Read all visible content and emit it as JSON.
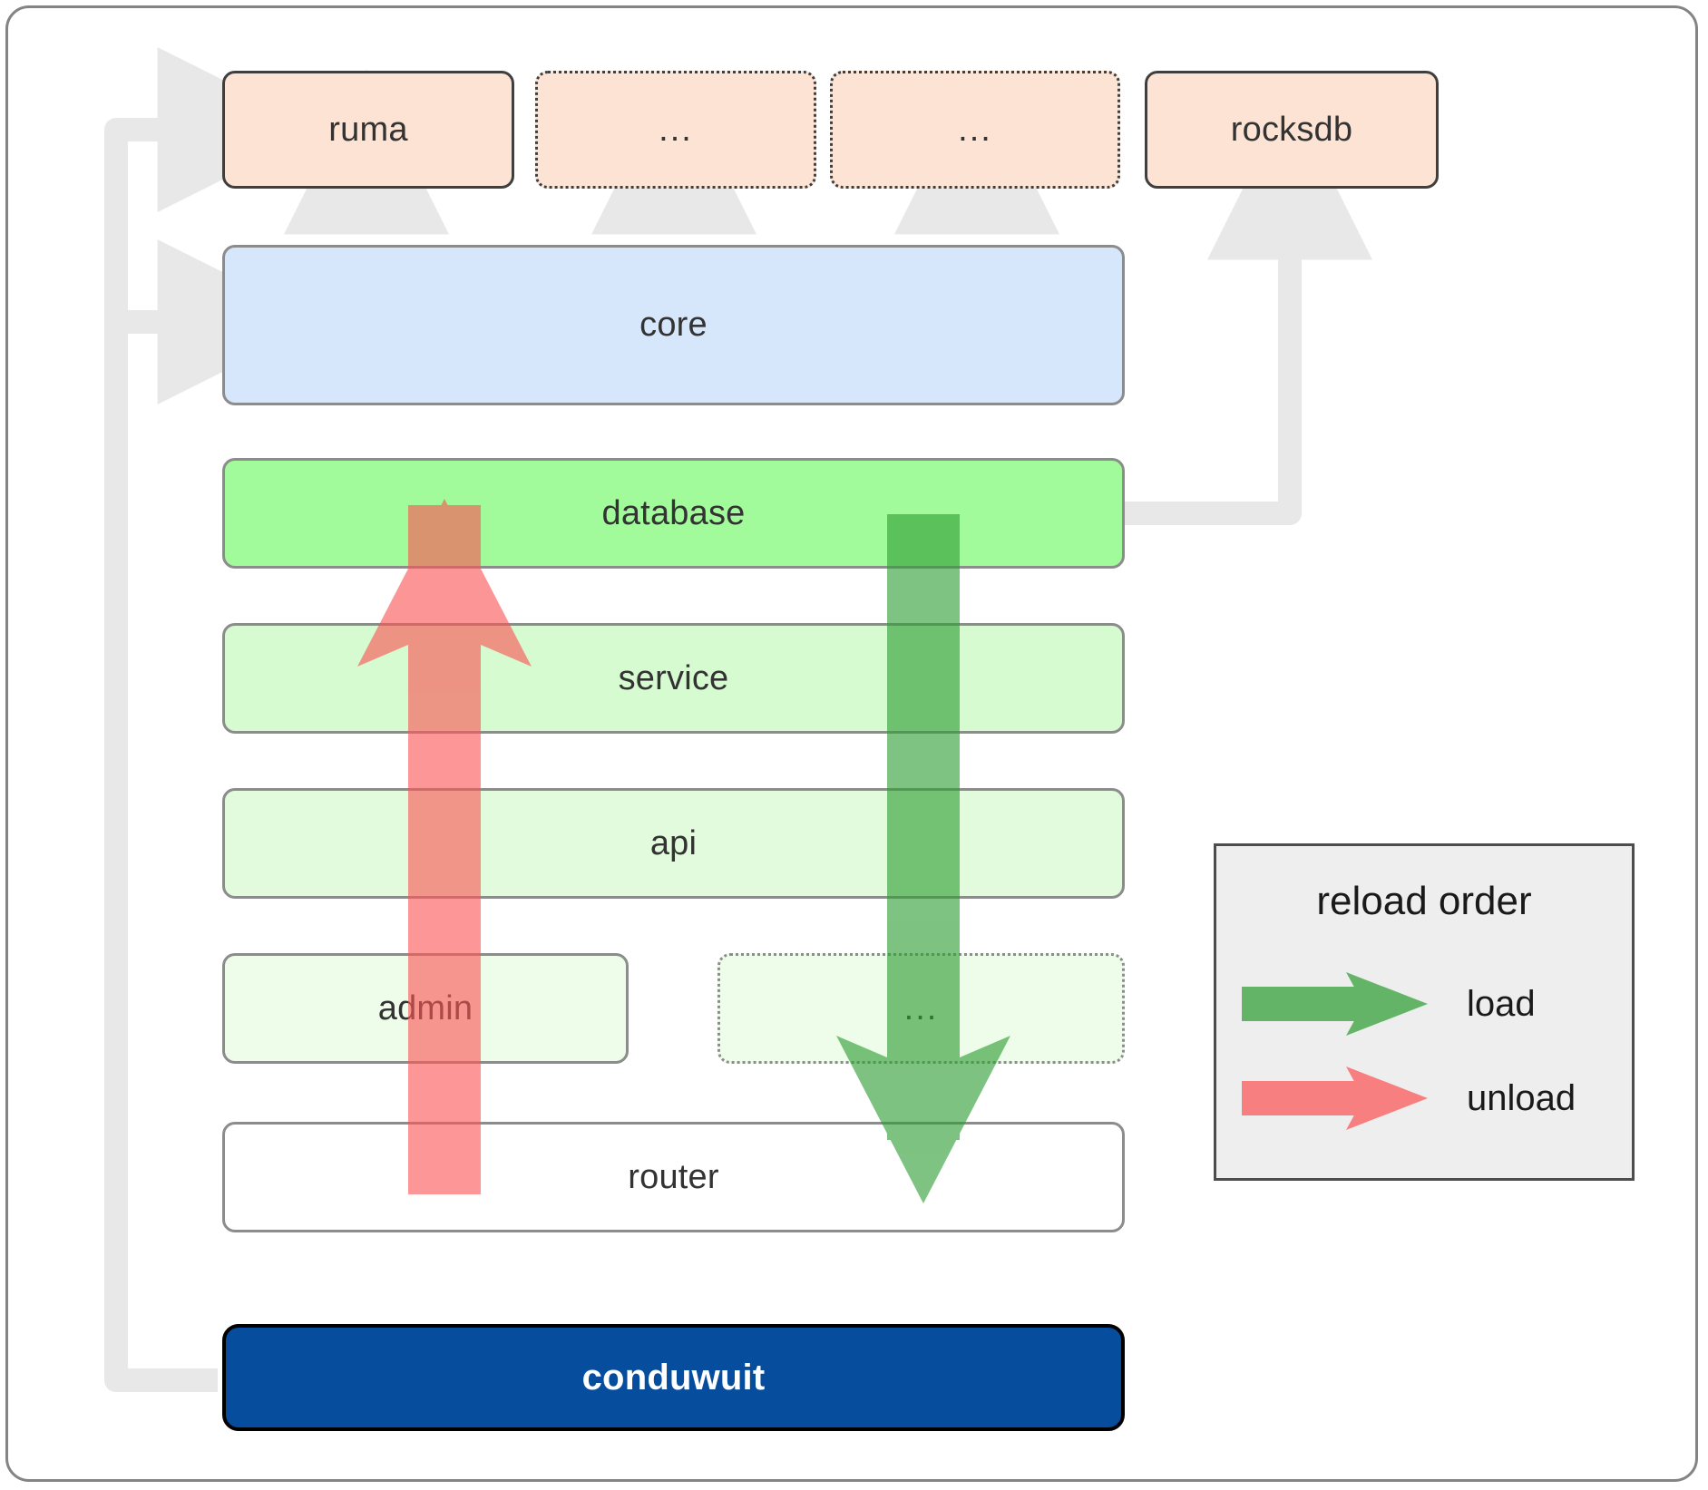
{
  "diagram": {
    "title": "conduwuit crate layering / reload order",
    "colors": {
      "peach": "#fce3d3",
      "blue": "#d6e7fb",
      "green_strong": "#a2fb9b",
      "green_mid": "#d6fbd0",
      "green_light": "#e2fbdd",
      "green_faint": "#edfde9",
      "navy": "#064d9e",
      "connector_gray": "#e8e8e8",
      "load_green": "#4caf50",
      "unload_red": "#f98080",
      "frame_border": "#848484",
      "legend_bg": "#eeeeee"
    },
    "external_row": [
      {
        "label": "ruma",
        "style": "solid-dark",
        "fill": "peach"
      },
      {
        "label": "...",
        "style": "dotted-dark",
        "fill": "peach"
      },
      {
        "label": "...",
        "style": "dotted-dark",
        "fill": "peach"
      },
      {
        "label": "rocksdb",
        "style": "solid-dark",
        "fill": "peach"
      }
    ],
    "stack": [
      {
        "label": "core",
        "style": "solid-gray",
        "fill": "blue"
      },
      {
        "label": "database",
        "style": "solid-gray",
        "fill": "green-strong"
      },
      {
        "label": "service",
        "style": "solid-gray",
        "fill": "green-mid"
      },
      {
        "label": "api",
        "style": "solid-gray",
        "fill": "green-light"
      }
    ],
    "leaf_row": [
      {
        "label": "admin",
        "style": "solid-gray",
        "fill": "green-faint"
      },
      {
        "label": "...",
        "style": "dotted-gray",
        "fill": "green-faint"
      }
    ],
    "router": {
      "label": "router",
      "style": "solid-gray",
      "fill": "white"
    },
    "binary": {
      "label": "conduwuit",
      "style": "solid-black",
      "fill": "navy"
    }
  },
  "legend": {
    "title": "reload order",
    "items": [
      {
        "label": "load",
        "color": "#4caf50",
        "direction": "right"
      },
      {
        "label": "unload",
        "color": "#f98080",
        "direction": "right"
      }
    ]
  }
}
